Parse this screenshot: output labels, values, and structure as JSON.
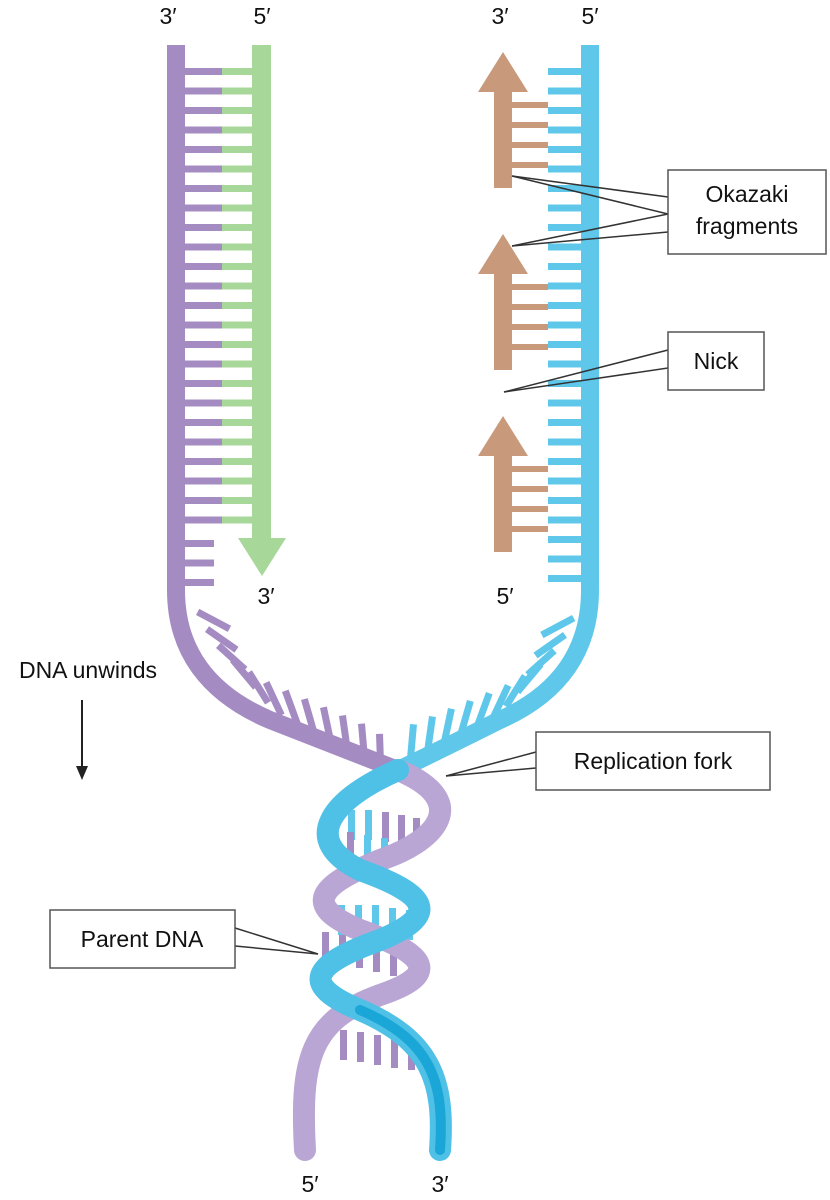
{
  "strand_labels": {
    "left_top_3": "3′",
    "left_top_5": "5′",
    "right_top_3": "3′",
    "right_top_5": "5′",
    "leading_end_3": "3′",
    "lagging_end_5": "5′",
    "bottom_5": "5′",
    "bottom_3": "3′"
  },
  "callouts": {
    "okazaki_line1": "Okazaki",
    "okazaki_line2": "fragments",
    "nick": "Nick",
    "replication_fork": "Replication fork",
    "parent_dna": "Parent DNA"
  },
  "side_label": {
    "dna_unwinds": "DNA unwinds"
  },
  "colors": {
    "purple_strand": "#a48cc3",
    "purple_dark": "#8a70ad",
    "blue_strand": "#5fc8ea",
    "blue_dark": "#1aa6d6",
    "green_strand": "#a8d79a",
    "okazaki": "#c8997a",
    "callout_border": "#555555"
  },
  "icons": {
    "unwind_arrow": "arrow-down-icon"
  }
}
